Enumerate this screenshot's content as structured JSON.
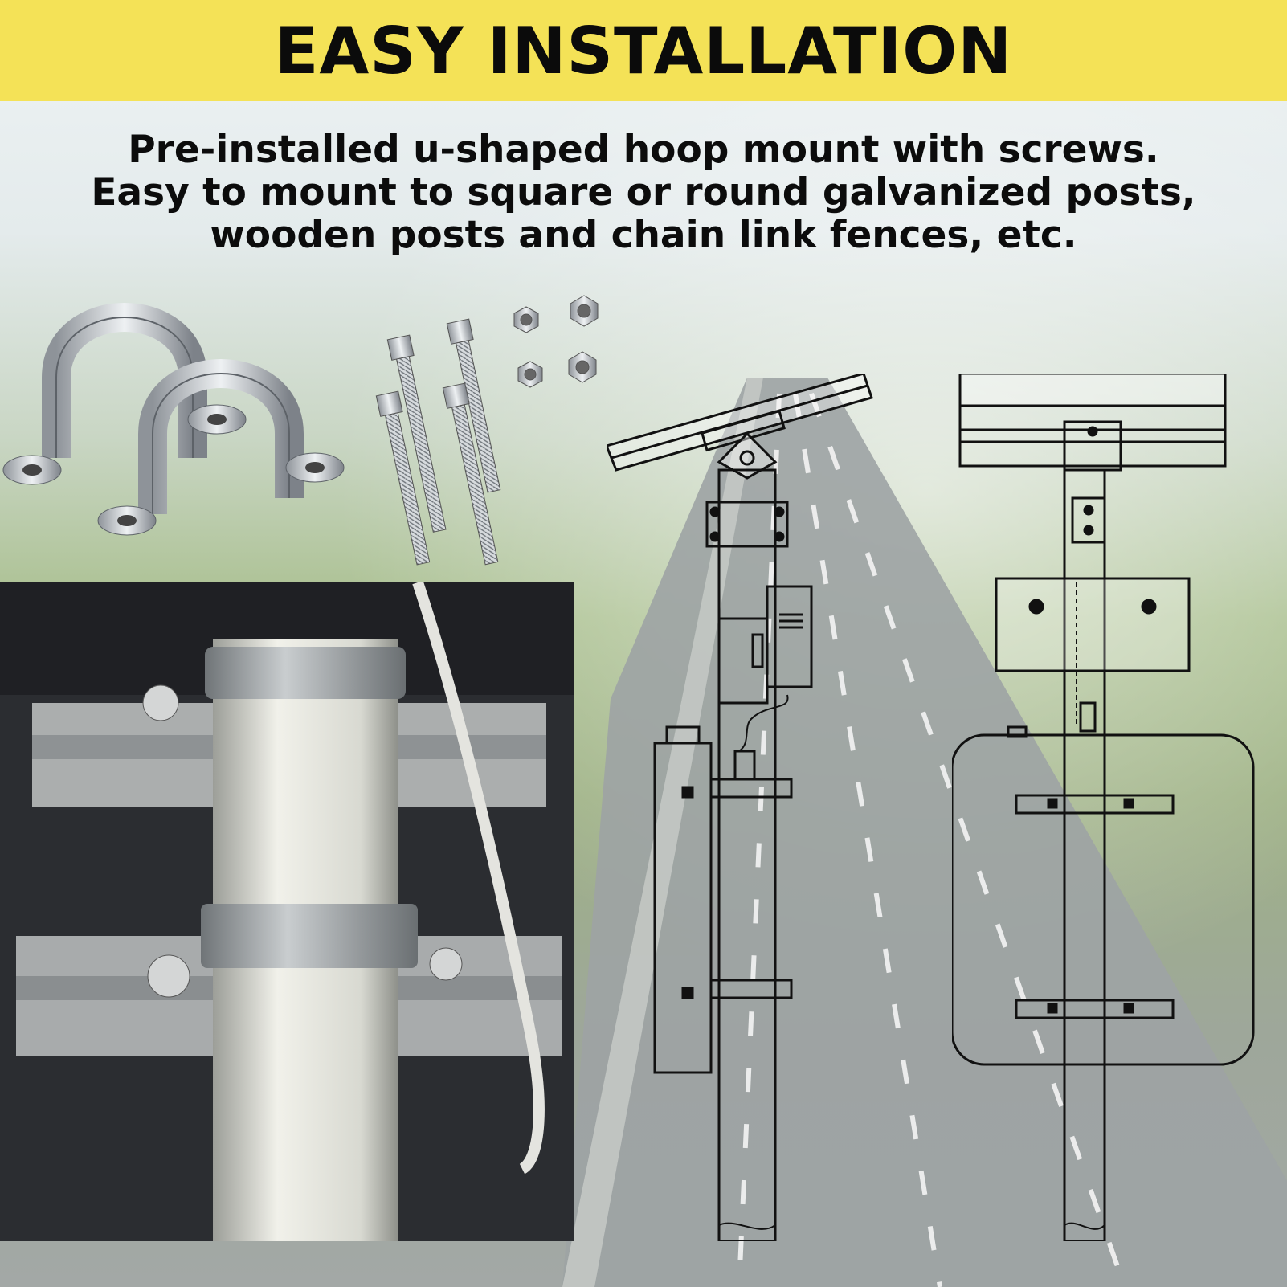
{
  "banner": {
    "title": "EASY INSTALLATION",
    "color": "#f4e257"
  },
  "description": {
    "lines": [
      "Pre-installed u-shaped hoop mount with screws.",
      "Easy to mount to square or round galvanized posts,",
      "wooden posts and chain link fences, etc."
    ]
  },
  "images": {
    "hardware": "u-hoop-clamps-bolts-nuts-icon",
    "photo": "pole-clamp-installation-photo",
    "diagram_front": "solar-panel-pole-side-diagram",
    "diagram_rear": "solar-panel-pole-back-diagram",
    "background": "highway-aerial-photo"
  }
}
